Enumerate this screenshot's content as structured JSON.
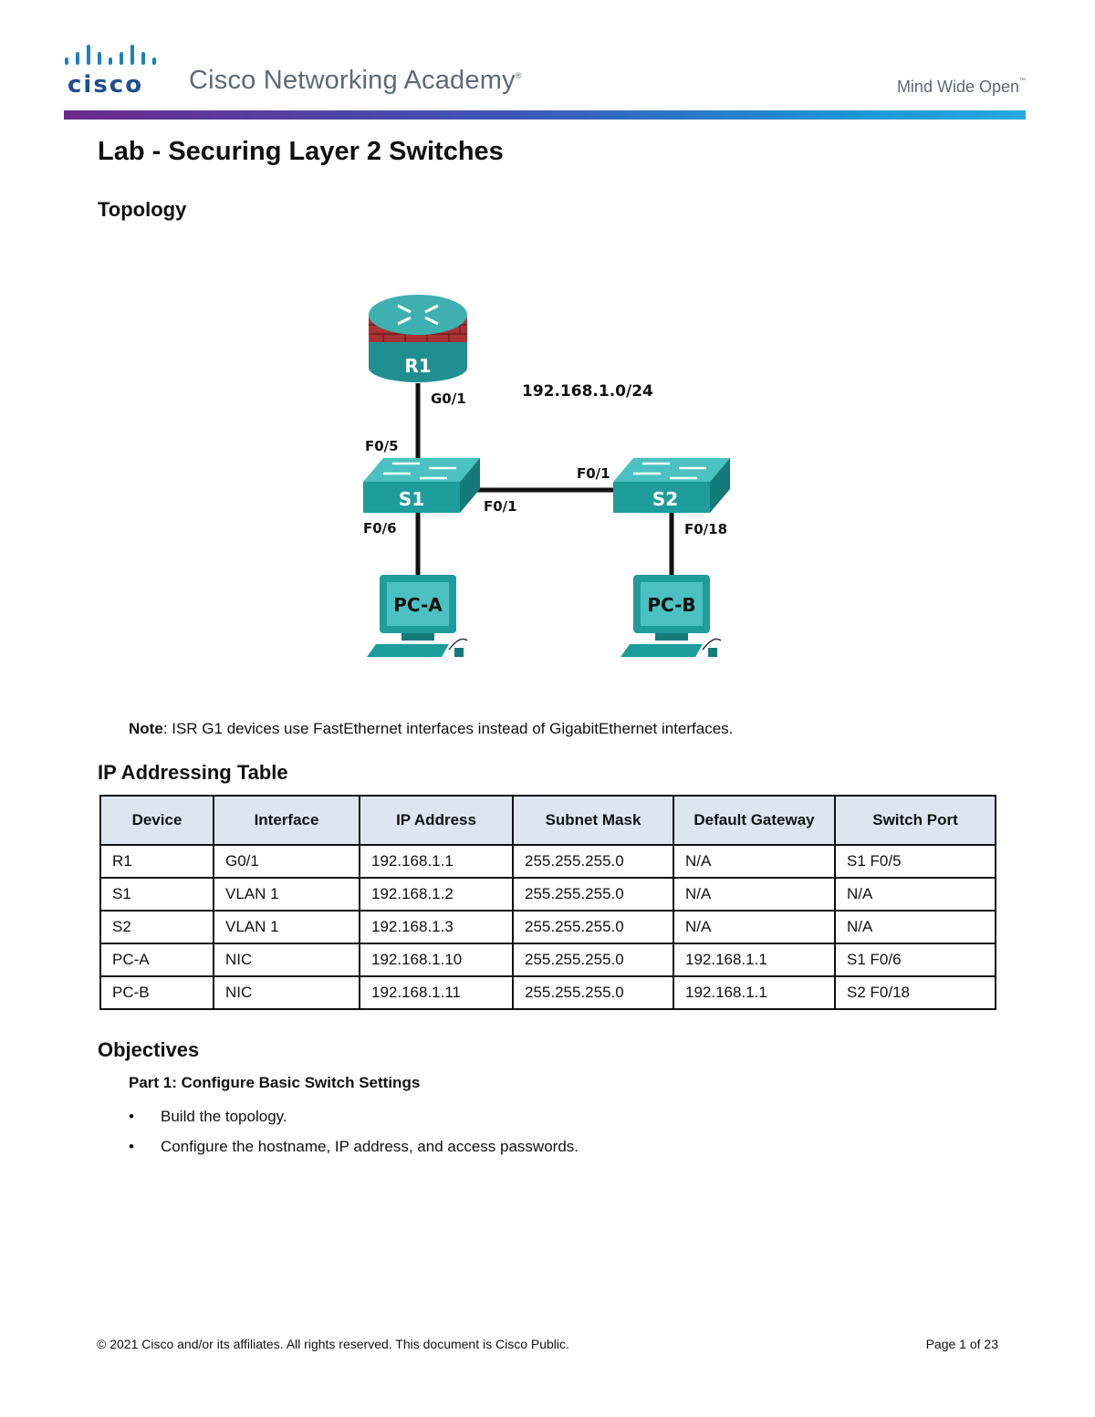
{
  "header": {
    "logo_text": "cisco",
    "brand": "Cisco Networking Academy",
    "tagline": "Mind Wide Open",
    "colors": {
      "brand_gray": "#5d6a73",
      "bar_start": "#6b2a8c",
      "bar_end": "#29a9e0"
    }
  },
  "title": "Lab - Securing Layer 2 Switches",
  "topology": {
    "heading": "Topology",
    "network": "192.168.1.0/24",
    "devices": {
      "r1": "R1",
      "s1": "S1",
      "s2": "S2",
      "pca": "PC-A",
      "pcb": "PC-B"
    },
    "ports": {
      "r1_g01": "G0/1",
      "s1_f05": "F0/5",
      "s1_f06": "F0/6",
      "s1_f01": "F0/1",
      "s2_f01": "F0/1",
      "s2_f018": "F0/18"
    }
  },
  "note": {
    "label": "Note",
    "text": ": ISR G1 devices use FastEthernet interfaces instead of GigabitEthernet interfaces."
  },
  "ip_table": {
    "heading": "IP Addressing Table",
    "columns": [
      "Device",
      "Interface",
      "IP Address",
      "Subnet Mask",
      "Default Gateway",
      "Switch Port"
    ],
    "rows": [
      [
        "R1",
        "G0/1",
        "192.168.1.1",
        "255.255.255.0",
        "N/A",
        "S1 F0/5"
      ],
      [
        "S1",
        "VLAN 1",
        "192.168.1.2",
        "255.255.255.0",
        "N/A",
        "N/A"
      ],
      [
        "S2",
        "VLAN 1",
        "192.168.1.3",
        "255.255.255.0",
        "N/A",
        "N/A"
      ],
      [
        "PC-A",
        "NIC",
        "192.168.1.10",
        "255.255.255.0",
        "192.168.1.1",
        "S1 F0/6"
      ],
      [
        "PC-B",
        "NIC",
        "192.168.1.11",
        "255.255.255.0",
        "192.168.1.1",
        "S2 F0/18"
      ]
    ]
  },
  "objectives": {
    "heading": "Objectives",
    "part1": "Part 1: Configure Basic Switch Settings",
    "bullets": [
      "Build the topology.",
      "Configure the hostname, IP address, and access passwords."
    ]
  },
  "footer": {
    "copyright": "© 2021 Cisco and/or its affiliates. All rights reserved. This document is Cisco Public.",
    "page": "Page 1 of 23"
  }
}
